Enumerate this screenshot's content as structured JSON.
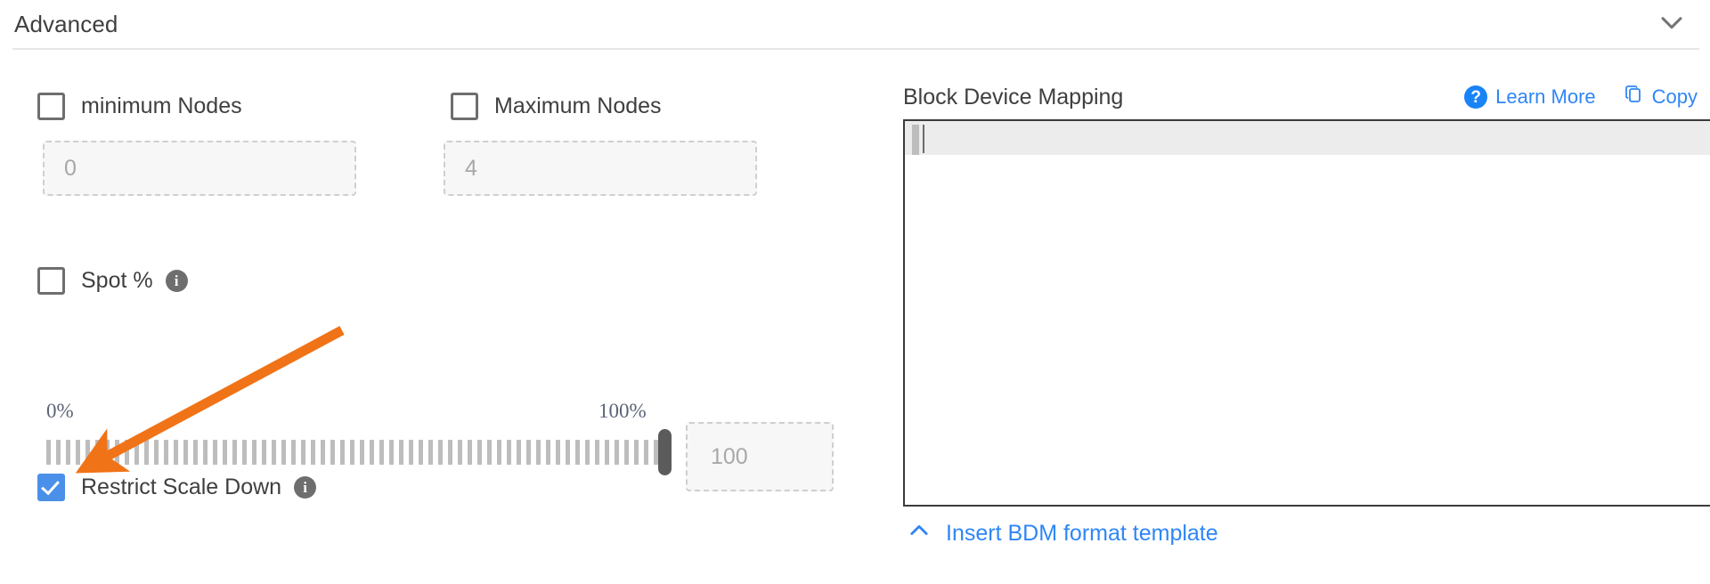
{
  "section": {
    "title": "Advanced",
    "collapse_icon": "chevron-down-icon"
  },
  "left": {
    "min_nodes": {
      "checkbox_label": "minimum Nodes",
      "checked": false,
      "input_value": "0"
    },
    "max_nodes": {
      "checkbox_label": "Maximum Nodes",
      "checked": false,
      "input_value": "4"
    },
    "spot": {
      "checkbox_label": "Spot %",
      "checked": false,
      "info_icon": "info-icon",
      "info_glyph": "i"
    },
    "slider": {
      "min_label": "0%",
      "max_label": "100%",
      "value": 100,
      "value_input": "100"
    },
    "restrict_scale_down": {
      "checkbox_label": "Restrict Scale Down",
      "checked": true,
      "info_icon": "info-icon",
      "info_glyph": "i"
    }
  },
  "right": {
    "title": "Block Device Mapping",
    "learn_more": {
      "label": "Learn More",
      "icon": "question-mark-icon",
      "icon_glyph": "?"
    },
    "copy": {
      "label": "Copy",
      "icon": "copy-icon"
    },
    "editor": {
      "content": "",
      "active_line": 1
    },
    "footer_link": {
      "label": "Insert BDM format template",
      "icon": "chevron-up-icon"
    }
  },
  "annotation": {
    "type": "arrow",
    "color": "#f07317",
    "points_to": "restrict-scale-down-checkbox"
  },
  "colors": {
    "accent_blue": "#2f86f6",
    "checkbox_checked": "#4a90e8",
    "annotation_orange": "#f07317",
    "text": "#3f3f3f",
    "muted": "#a8a8a8"
  }
}
